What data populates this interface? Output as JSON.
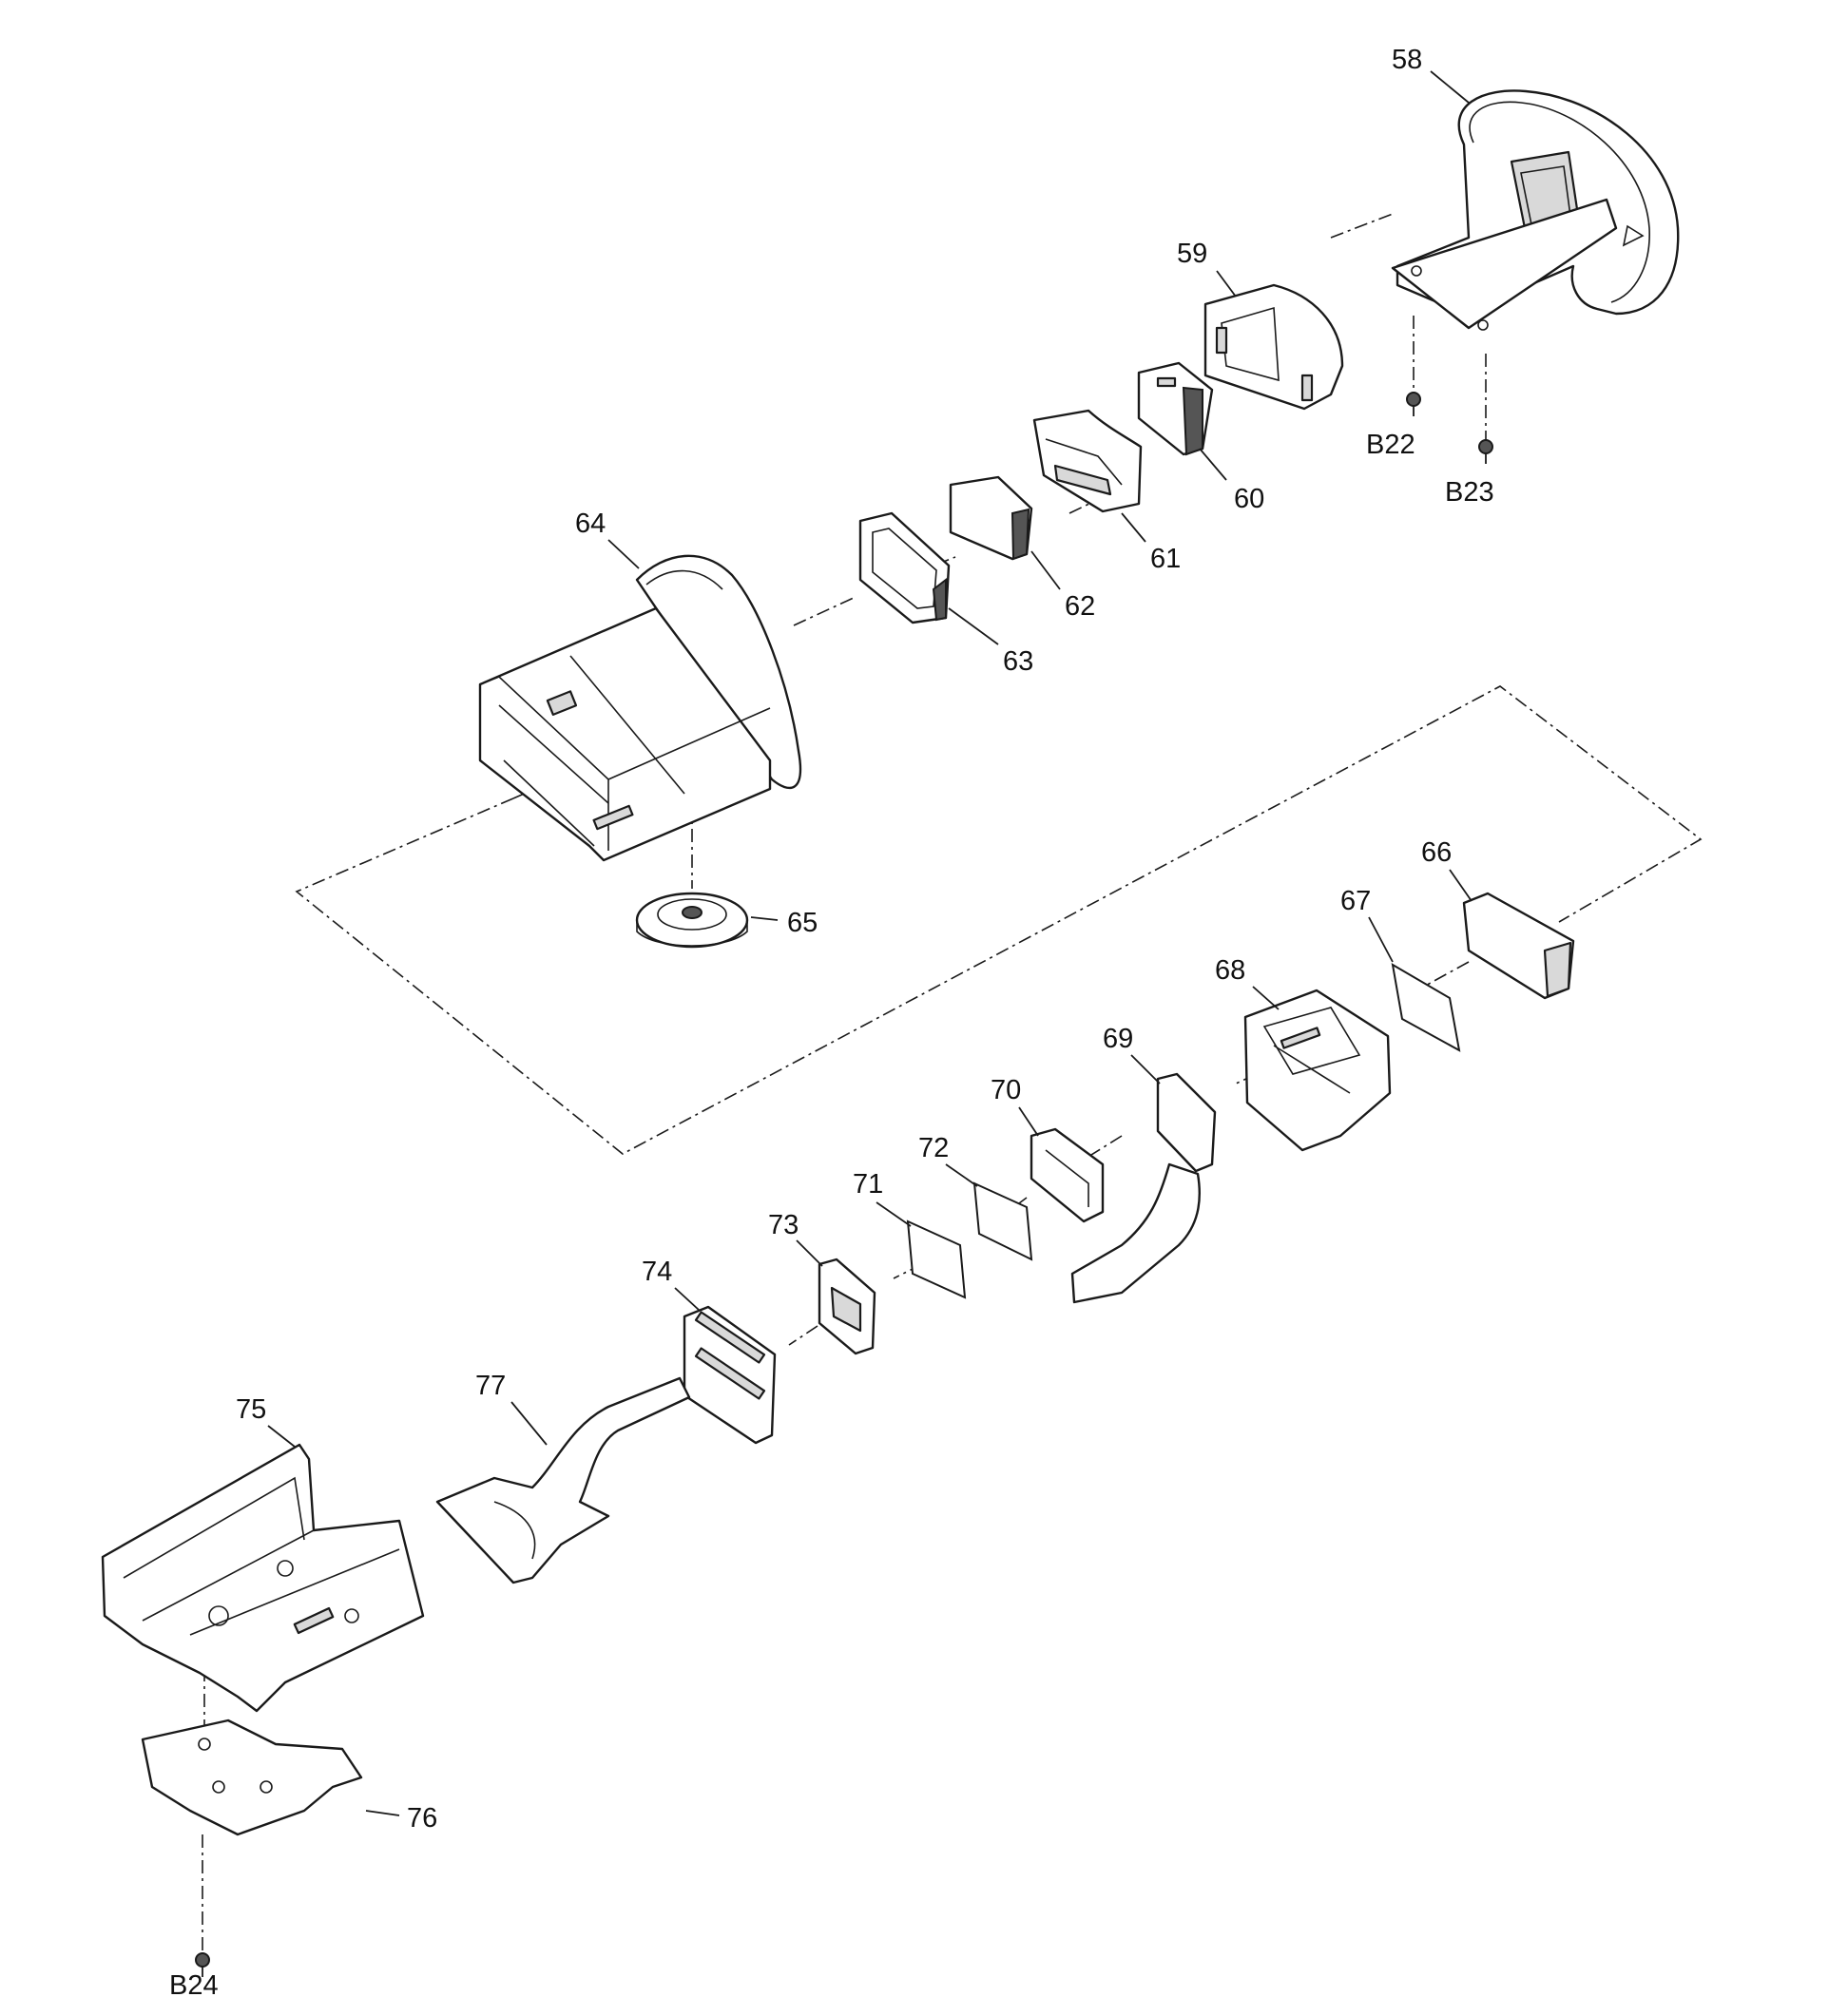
{
  "callouts": {
    "p58": "58",
    "p59": "59",
    "p60": "60",
    "p61": "61",
    "p62": "62",
    "p63": "63",
    "p64": "64",
    "p65": "65",
    "p66": "66",
    "p67": "67",
    "p68": "68",
    "p69": "69",
    "p70": "70",
    "p71": "71",
    "p72": "72",
    "p73": "73",
    "p74": "74",
    "p75": "75",
    "p76": "76",
    "p77": "77",
    "b22": "B22",
    "b23": "B23",
    "b24": "B24"
  }
}
